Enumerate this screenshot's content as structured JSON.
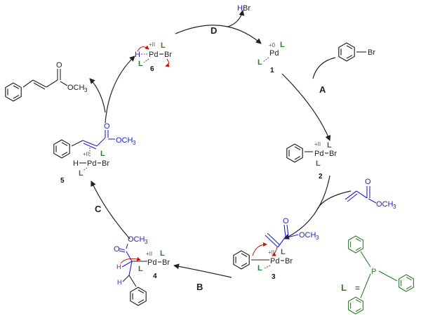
{
  "atoms": {
    "pd": "Pd",
    "br": "Br",
    "hbr": "HBr",
    "h": "H",
    "o": "O",
    "och3": "OCH",
    "sub3": "3",
    "p": "P",
    "ligand": "L",
    "equals": "="
  },
  "oxidation": {
    "pd0": "+0",
    "pd2": "+II"
  },
  "compounds": {
    "c1": "1",
    "c2": "2",
    "c3": "3",
    "c4": "4",
    "c5": "5",
    "c6": "6"
  },
  "steps": {
    "a": "A",
    "b": "B",
    "c": "C",
    "d": "D"
  },
  "colors": {
    "ligand": "#2a7d2a",
    "substrate": "#2222cc",
    "electron_arrow": "#cc1111"
  }
}
